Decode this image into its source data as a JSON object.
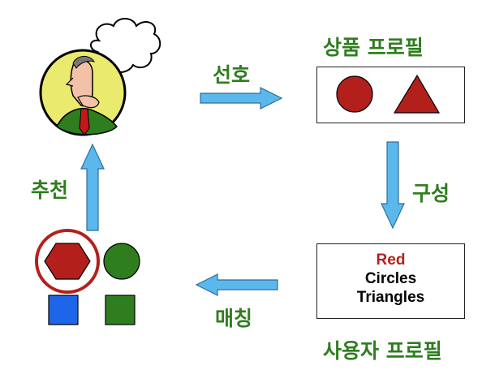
{
  "labels": {
    "preference": "선호",
    "product_profile": "상품 프로필",
    "composition": "구성",
    "user_profile": "사용자 프로필",
    "matching": "매칭",
    "recommendation": "추천"
  },
  "user_profile_box": {
    "line1": "Red",
    "line2": "Circles",
    "line3": "Triangles"
  },
  "colors": {
    "label_green": "#2f7d1f",
    "arrow_blue": "#5bb8ec",
    "shape_red": "#b3201c",
    "shape_green": "#2e7d1f",
    "shape_blue": "#1e66e8",
    "portrait_yellow": "#eaea6f"
  }
}
